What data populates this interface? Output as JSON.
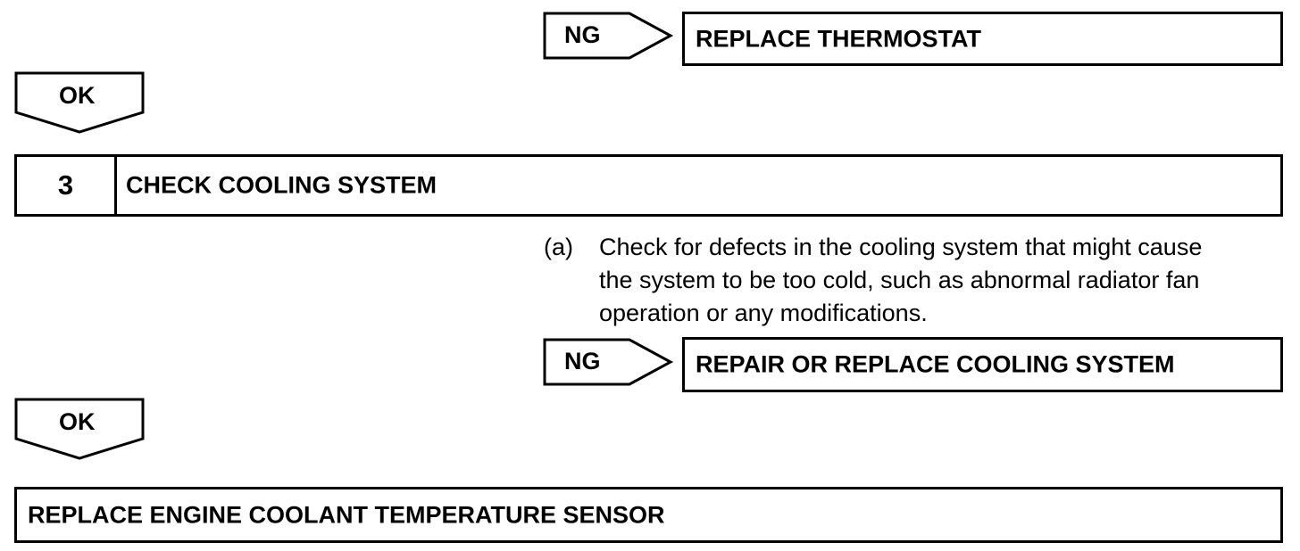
{
  "flow": {
    "ng1": {
      "label": "NG",
      "result": "REPLACE THERMOSTAT"
    },
    "ok1": {
      "label": "OK"
    },
    "step3": {
      "number": "3",
      "title": "CHECK COOLING SYSTEM",
      "substep_marker": "(a)",
      "substep_lines": [
        "Check for defects in the cooling system that might cause",
        "the system to be too cold, such as abnormal radiator fan",
        "operation or any modifications."
      ]
    },
    "ng2": {
      "label": "NG",
      "result": "REPAIR OR REPLACE COOLING SYSTEM"
    },
    "ok2": {
      "label": "OK"
    },
    "final": {
      "text": "REPLACE ENGINE COOLANT TEMPERATURE SENSOR"
    }
  }
}
